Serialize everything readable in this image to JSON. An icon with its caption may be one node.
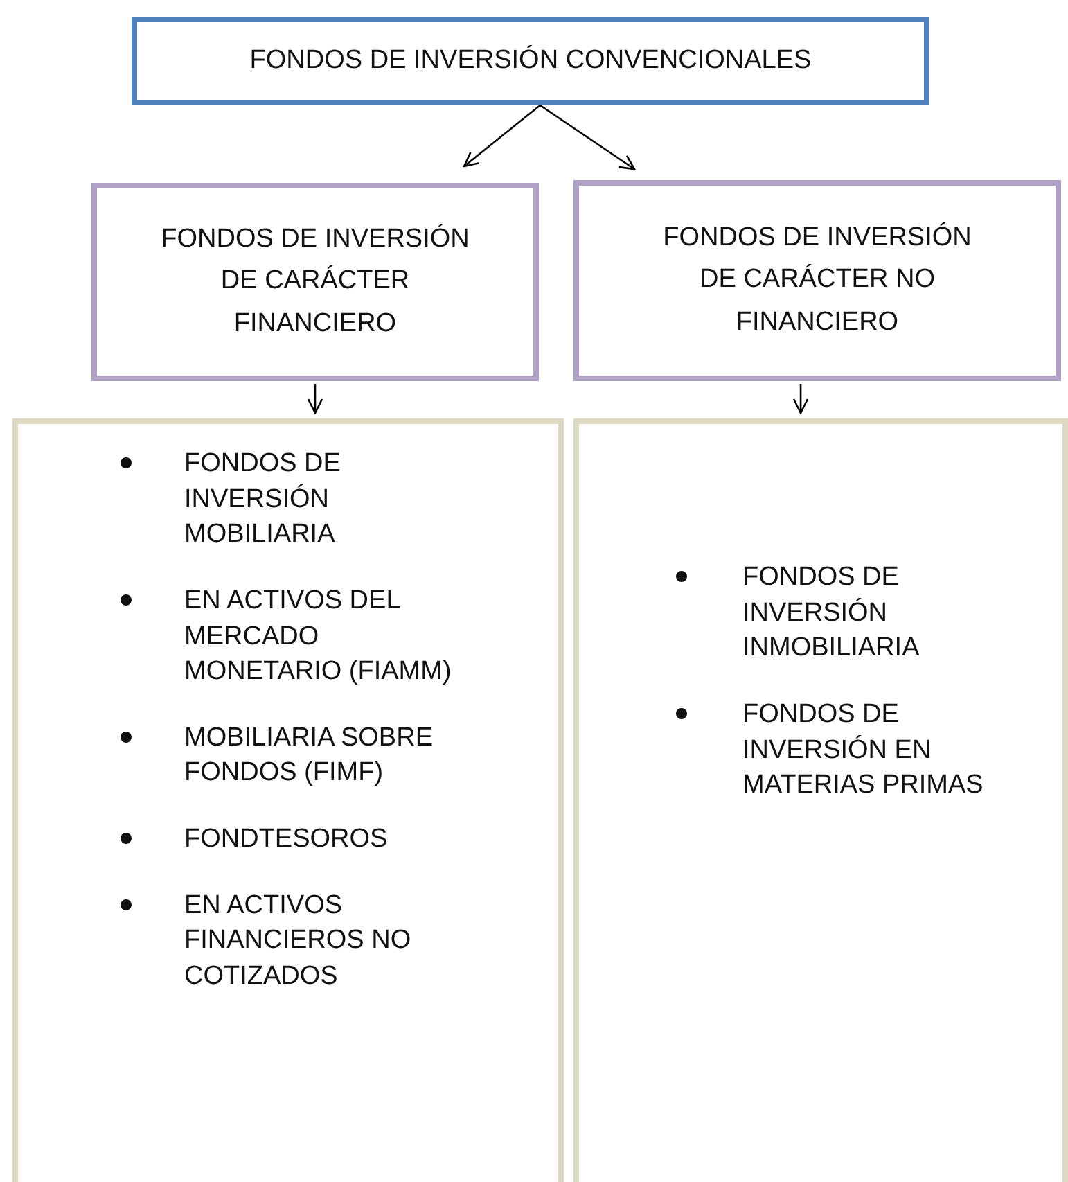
{
  "diagram": {
    "nodes": [
      {
        "text": [
          "FONDOS DE INVERSIÓN CONVENCIONALES"
        ]
      },
      {
        "text": [
          "FONDOS DE INVERSIÓN DE CARÁCTER FINANCIERO"
        ]
      },
      {
        "text": [
          "FONDOS DE INVERSIÓN DE CARÁCTER NO FINANCIERO"
        ]
      },
      {
        "text": [
          "FONDOS DE INVERSIÓN MOBILIARIA",
          "EN ACTIVOS DEL MERCADO MONETARIO (FIAMM)",
          "MOBILIARIA SOBRE FONDOS (FIMF)",
          "FONDTESOROS",
          "EN ACTIVOS FINANCIEROS NO COTIZADOS"
        ]
      },
      {
        "text": [
          "FONDOS DE INVERSIÓN INMOBILIARIA",
          "FONDOS DE INVERSIÓN EN MATERIAS PRIMAS"
        ]
      }
    ],
    "edges": [
      {
        "from": 0,
        "to": 1,
        "arrow": "to"
      },
      {
        "from": 0,
        "to": 2,
        "arrow": "to"
      },
      {
        "from": 1,
        "to": 3,
        "arrow": "to"
      },
      {
        "from": 2,
        "to": 4,
        "arrow": "to"
      }
    ]
  }
}
